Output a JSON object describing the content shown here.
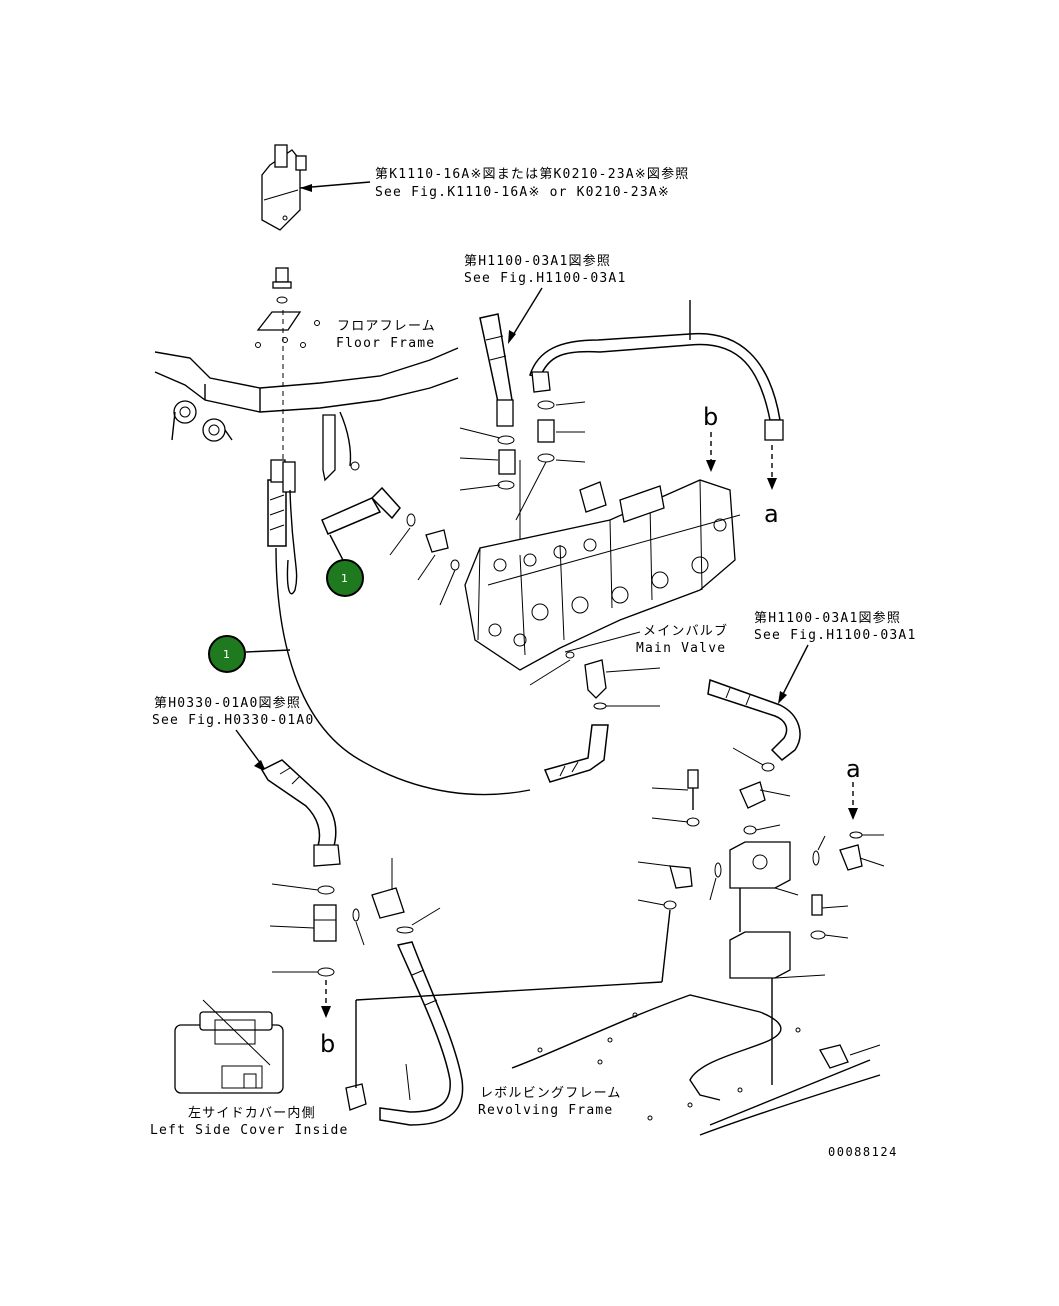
{
  "labels": {
    "ref_k1110_jp": "第K1110-16A※図または第K0210-23A※図参照",
    "ref_k1110_en": "See Fig.K1110-16A※ or K0210-23A※",
    "ref_h1100_top_jp": "第H1100-03A1図参照",
    "ref_h1100_top_en": "See Fig.H1100-03A1",
    "floor_frame_jp": "フロアフレーム",
    "floor_frame_en": "Floor Frame",
    "main_valve_jp": "メインバルブ",
    "main_valve_en": "Main Valve",
    "ref_h1100_right_jp": "第H1100-03A1図参照",
    "ref_h1100_right_en": "See Fig.H1100-03A1",
    "ref_h0330_jp": "第H0330-01A0図参照",
    "ref_h0330_en": "See Fig.H0330-01A0",
    "revolving_frame_jp": "レボルビングフレーム",
    "revolving_frame_en": "Revolving Frame",
    "left_cover_jp": "左サイドカバー内側",
    "left_cover_en": "Left Side Cover Inside",
    "drawing_number": "00088124"
  },
  "connectors": {
    "a_top": "a",
    "a_right": "a",
    "b_top": "b",
    "b_bottom": "b"
  },
  "callouts": [
    {
      "number": "1",
      "color": "#1f7a1f"
    },
    {
      "number": "1",
      "color": "#1f7a1f"
    }
  ]
}
